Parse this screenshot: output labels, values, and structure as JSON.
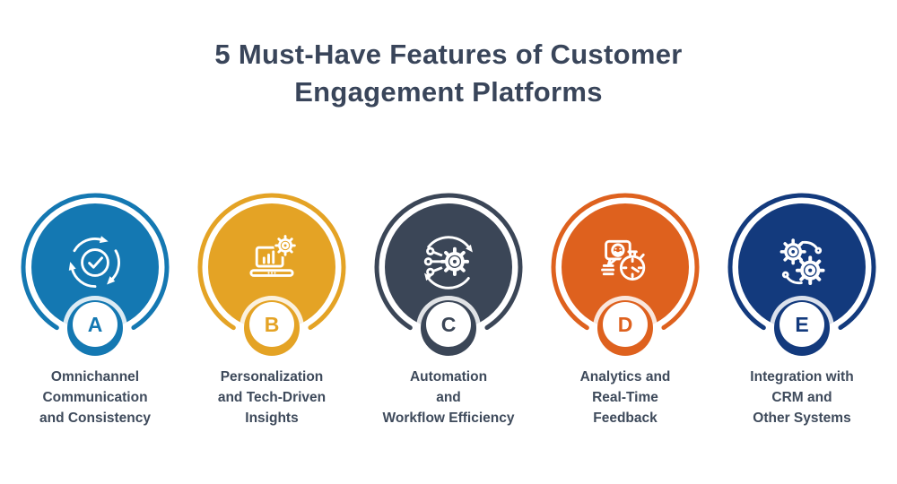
{
  "title": "5 Must-Have Features of Customer\nEngagement Platforms",
  "title_color": "#39455A",
  "label_color": "#3E4A5B",
  "items": [
    {
      "letter": "A",
      "color": "#1478B2",
      "icon": "cycle-check-icon",
      "label": "Omnichannel\nCommunication\nand Consistency"
    },
    {
      "letter": "B",
      "color": "#E4A325",
      "icon": "laptop-analytics-gear-icon",
      "label": "Personalization\nand Tech-Driven\nInsights"
    },
    {
      "letter": "C",
      "color": "#3B4657",
      "icon": "network-gear-icon",
      "label": "Automation\nand\nWorkflow Efficiency"
    },
    {
      "letter": "D",
      "color": "#DE611E",
      "icon": "feedback-stopwatch-icon",
      "label": "Analytics and\nReal-Time\nFeedback"
    },
    {
      "letter": "E",
      "color": "#133A7D",
      "icon": "integration-gears-icon",
      "label": "Integration with\nCRM and\nOther Systems"
    }
  ]
}
